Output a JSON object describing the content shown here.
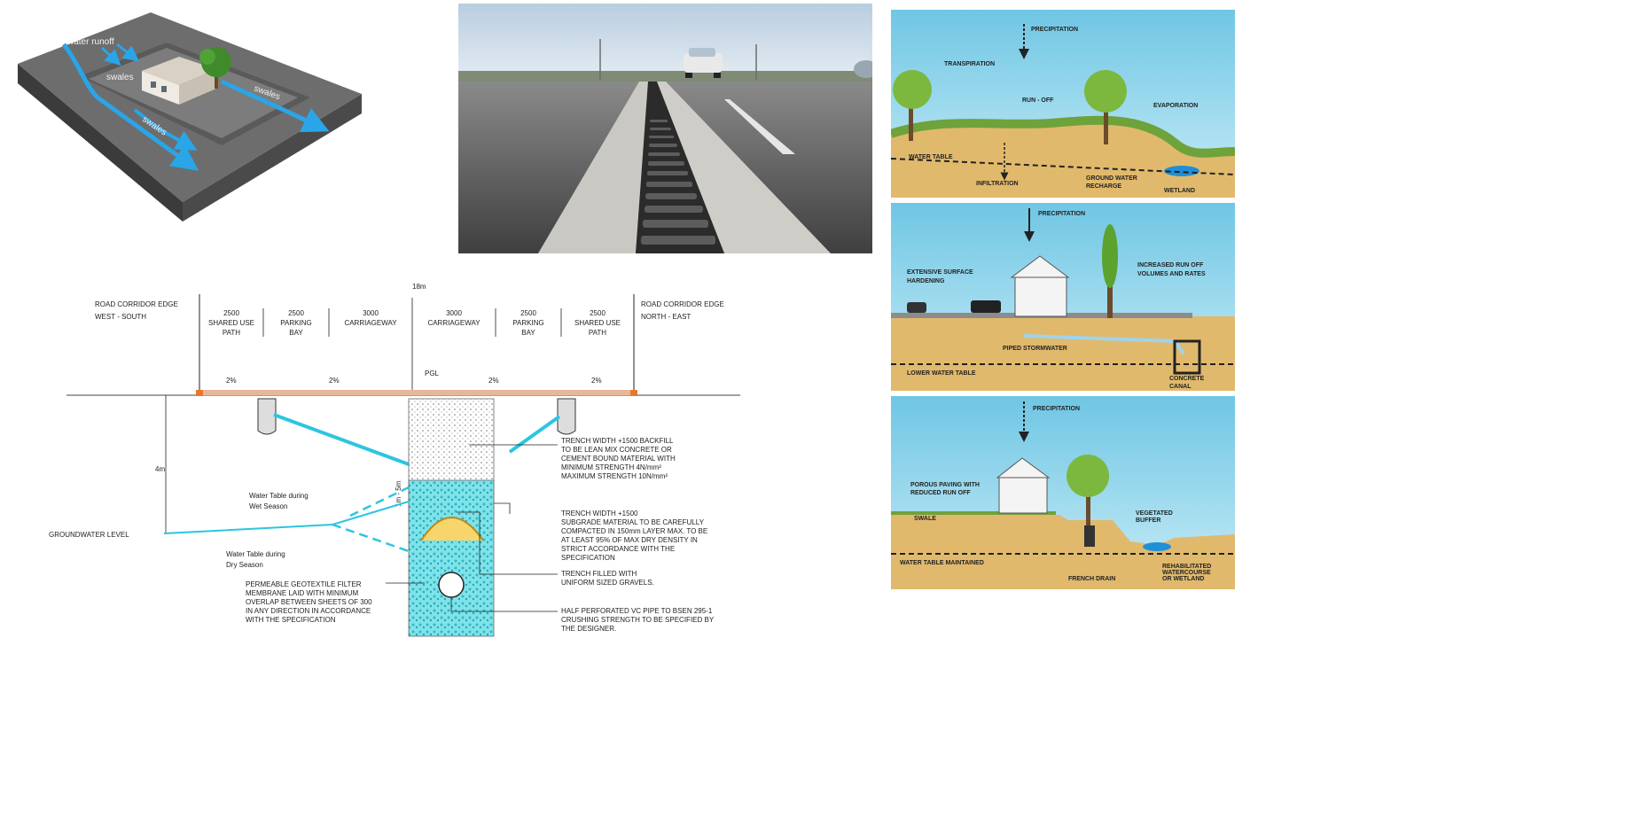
{
  "swales_diagram": {
    "water_runoff": "water runoff",
    "swales_1": "swales",
    "swales_2": "swales",
    "swales_3": "swales"
  },
  "hydro_diagram": {
    "natural": {
      "precipitation": "PRECIPITATION",
      "transpiration": "TRANSPIRATION",
      "run_off": "RUN - OFF",
      "evaporation": "EVAPORATION",
      "water_table": "WATER TABLE",
      "infiltration": "INFILTRATION",
      "groundwater_recharge_1": "GROUND WATER",
      "groundwater_recharge_2": "RECHARGE",
      "wetland": "WETLAND"
    },
    "urban": {
      "precipitation": "PRECIPITATION",
      "surface_hardening_1": "EXTENSIVE SURFACE",
      "surface_hardening_2": "HARDENING",
      "increased_runoff_1": "INCREASED RUN OFF",
      "increased_runoff_2": "VOLUMES AND RATES",
      "piped_stormwater": "PIPED STORMWATER",
      "lower_water_table": "LOWER WATER TABLE",
      "concrete_1": "CONCRETE",
      "concrete_2": "CANAL"
    },
    "sustainable": {
      "precipitation": "PRECIPITATION",
      "porous_paving_1": "POROUS PAVING WITH",
      "porous_paving_2": "REDUCED RUN OFF",
      "swale": "SWALE",
      "vegetated_1": "VEGETATED",
      "vegetated_2": "BUFFER",
      "water_table_maintained": "WATER TABLE MAINTAINED",
      "french_drain": "FRENCH DRAIN",
      "rehab_1": "REHABILITATED",
      "rehab_2": "WATERCOURSE",
      "rehab_3": "OR WETLAND"
    }
  },
  "cross_section": {
    "total_width": "18m",
    "left_edge_1": "ROAD CORRIDOR EDGE",
    "left_edge_2": "WEST - SOUTH",
    "right_edge_1": "ROAD CORRIDOR EDGE",
    "right_edge_2": "NORTH - EAST",
    "lanes": [
      {
        "width": "2500",
        "name_1": "SHARED USE",
        "name_2": "PATH"
      },
      {
        "width": "2500",
        "name_1": "PARKING",
        "name_2": "BAY"
      },
      {
        "width": "3000",
        "name_1": "CARRIAGEWAY",
        "name_2": ""
      },
      {
        "width": "3000",
        "name_1": "CARRIAGEWAY",
        "name_2": ""
      },
      {
        "width": "2500",
        "name_1": "PARKING",
        "name_2": "BAY"
      },
      {
        "width": "2500",
        "name_1": "SHARED USE",
        "name_2": "PATH"
      }
    ],
    "slopes": [
      "2%",
      "2%",
      "2%",
      "2%"
    ],
    "pgl": "PGL",
    "depth_4m": "4m",
    "depth_trench": "1m - 5m",
    "water_table_wet_1": "Water Table during",
    "water_table_wet_2": "Wet Season",
    "groundwater_level": "GROUNDWATER LEVEL",
    "water_table_dry_1": "Water Table during",
    "water_table_dry_2": "Dry Season",
    "note_backfill": [
      "TRENCH WIDTH +1500 BACKFILL",
      "TO BE LEAN MIX CONCRETE OR",
      "CEMENT BOUND MATERIAL WITH",
      "MINIMUM STRENGTH 4N/mm²",
      "MAXIMUM STRENGTH 10N/mm²"
    ],
    "note_subgrade": [
      "TRENCH WIDTH +1500",
      "SUBGRADE MATERIAL TO BE CAREFULLY",
      "COMPACTED IN 150mm LAYER MAX. TO BE",
      "AT LEAST 95% OF MAX DRY DENSITY IN",
      "STRICT ACCORDANCE WITH THE",
      "SPECIFICATION"
    ],
    "note_gravel": [
      "TRENCH FILLED WITH",
      "UNIFORM SIZED GRAVELS."
    ],
    "note_geotextile": [
      "PERMEABLE GEOTEXTILE FILTER",
      "MEMBRANE LAID WITH MINIMUM",
      "OVERLAP BETWEEN SHEETS OF 300",
      "IN ANY DIRECTION IN ACCORDANCE",
      "WITH THE SPECIFICATION"
    ],
    "note_pipe": [
      "HALF PERFORATED VC PIPE TO BSEN 295-1",
      "CRUSHING STRENGTH TO BE SPECIFIED BY",
      "THE DESIGNER."
    ]
  }
}
